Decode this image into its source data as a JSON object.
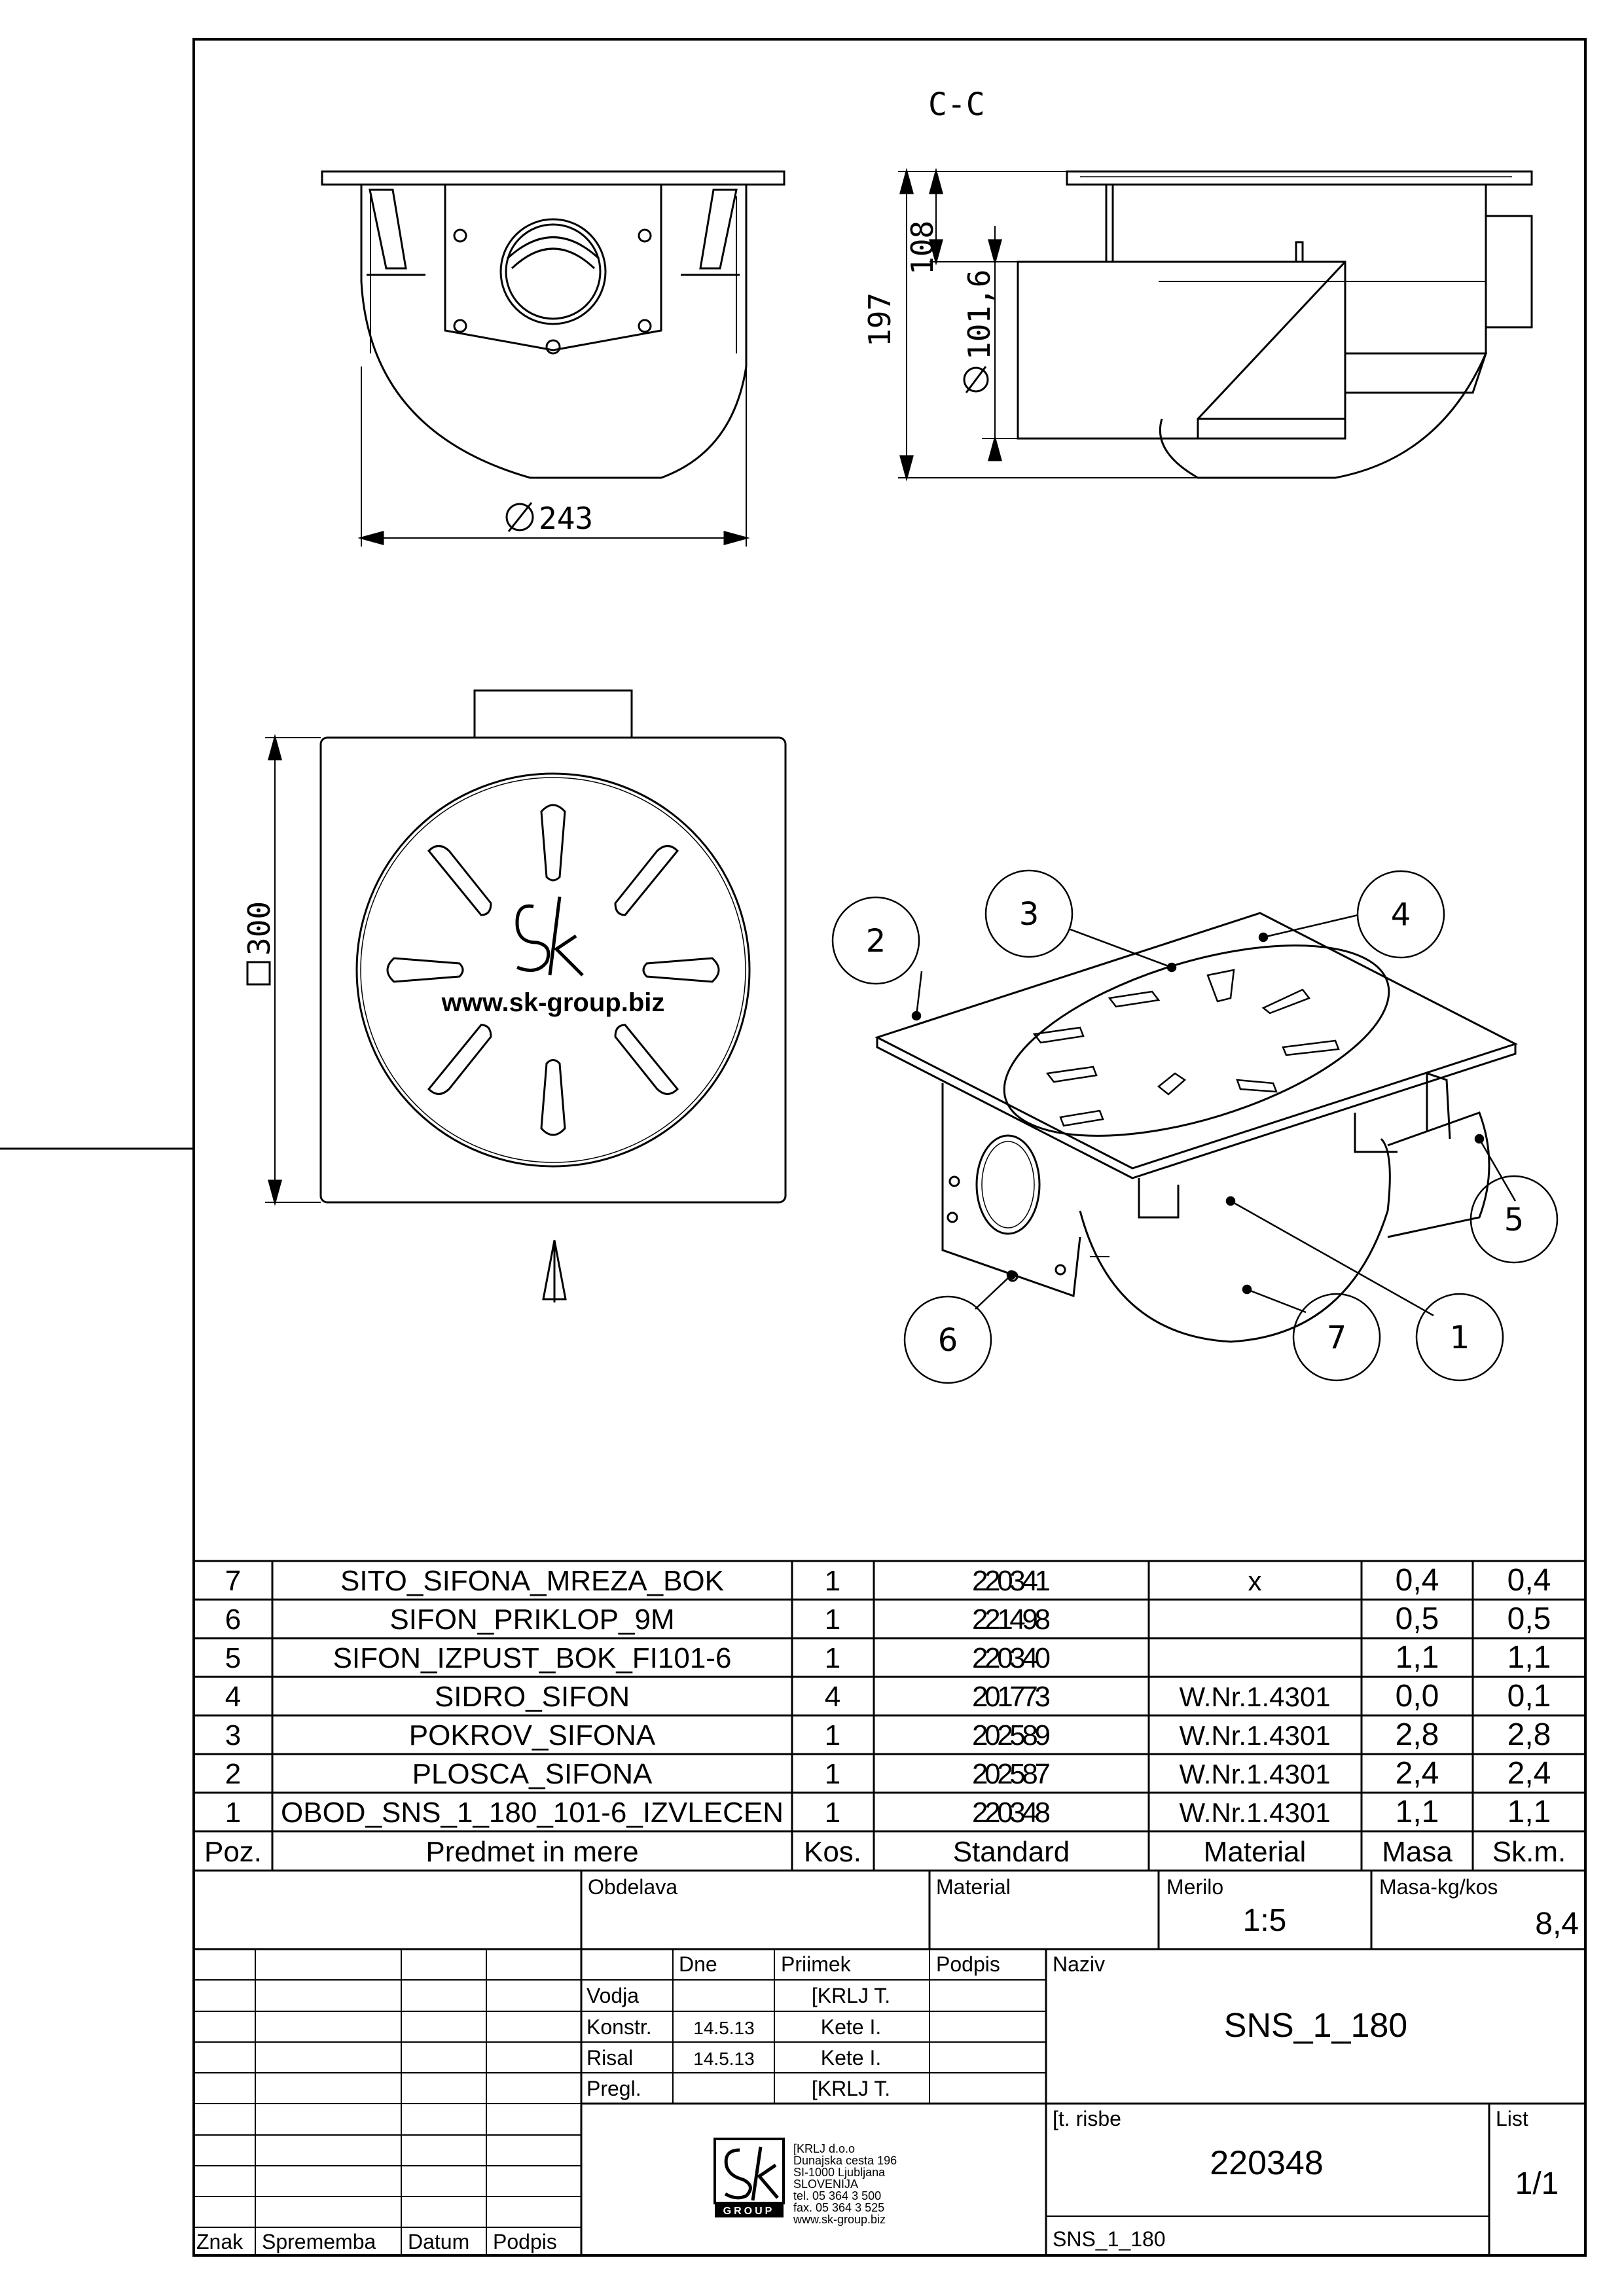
{
  "drawing": {
    "section_label": "C-C",
    "dim_diameter_243": "243",
    "dim_197": "197",
    "dim_108": "108",
    "dim_101_6": "101,6",
    "dim_square_300": "300",
    "plate_logo_text": "www.sk-group.biz",
    "balloons": [
      "1",
      "2",
      "3",
      "4",
      "5",
      "6",
      "7"
    ]
  },
  "bom": {
    "rows": [
      {
        "poz": "7",
        "name": "SITO_SIFONA_MREZA_BOK",
        "kos": "1",
        "standard": "220341",
        "material": "x",
        "masa": "0,4",
        "skm": "0,4"
      },
      {
        "poz": "6",
        "name": "SIFON_PRIKLOP_9M",
        "kos": "1",
        "standard": "221498",
        "material": "",
        "masa": "0,5",
        "skm": "0,5"
      },
      {
        "poz": "5",
        "name": "SIFON_IZPUST_BOK_FI101-6",
        "kos": "1",
        "standard": "220340",
        "material": "",
        "masa": "1,1",
        "skm": "1,1"
      },
      {
        "poz": "4",
        "name": "SIDRO_SIFON",
        "kos": "4",
        "standard": "201773",
        "material": "W.Nr.1.4301",
        "masa": "0,0",
        "skm": "0,1"
      },
      {
        "poz": "3",
        "name": "POKROV_SIFONA",
        "kos": "1",
        "standard": "202589",
        "material": "W.Nr.1.4301",
        "masa": "2,8",
        "skm": "2,8"
      },
      {
        "poz": "2",
        "name": "PLOSCA_SIFONA",
        "kos": "1",
        "standard": "202587",
        "material": "W.Nr.1.4301",
        "masa": "2,4",
        "skm": "2,4"
      },
      {
        "poz": "1",
        "name": "OBOD_SNS_1_180_101-6_IZVLECEN",
        "kos": "1",
        "standard": "220348",
        "material": "W.Nr.1.4301",
        "masa": "1,1",
        "skm": "1,1"
      }
    ],
    "header": {
      "poz": "Poz.",
      "name": "Predmet in mere",
      "kos": "Kos.",
      "standard": "Standard",
      "material": "Material",
      "masa": "Masa",
      "skm": "Sk.m."
    }
  },
  "title_block": {
    "obdelava_label": "Obdelava",
    "material_label": "Material",
    "merilo_label": "Merilo",
    "merilo_value": "1:5",
    "masa_label": "Masa-kg/kos",
    "masa_value": "8,4",
    "dne_label": "Dne",
    "priimek_label": "Priimek",
    "podpis_label": "Podpis",
    "naziv_label": "Naziv",
    "naziv_value": "SNS_1_180",
    "roles": [
      {
        "role": "Vodja",
        "date": "",
        "name": "[KRLJ T."
      },
      {
        "role": "Konstr.",
        "date": "14.5.13",
        "name": "Kete I."
      },
      {
        "role": "Risal",
        "date": "14.5.13",
        "name": "Kete I."
      },
      {
        "role": "Pregl.",
        "date": "",
        "name": "[KRLJ T."
      }
    ],
    "st_risbe_label": "[t. risbe",
    "st_risbe_value": "220348",
    "list_label": "List",
    "list_value": "1/1",
    "file_name": "SNS_1_180",
    "rev_headers": {
      "znak": "Znak",
      "sprememba": "Sprememba",
      "datum": "Datum",
      "podpis": "Podpis"
    },
    "company_lines": [
      "[KRLJ d.o.o",
      "Dunajska cesta 196",
      "SI-1000 Ljubljana",
      "SLOVENIJA",
      "tel. 05 364 3 500",
      "fax. 05 364 3 525",
      "www.sk-group.biz"
    ],
    "logo_caption": "GROUP"
  }
}
